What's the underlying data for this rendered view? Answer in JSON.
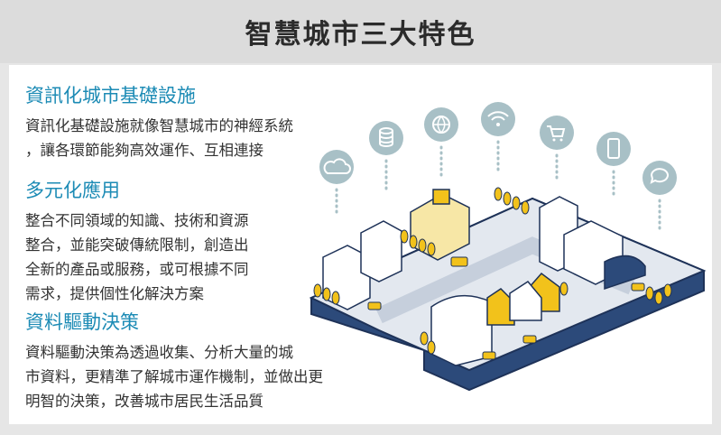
{
  "title": "智慧城市三大特色",
  "sections": [
    {
      "heading": "資訊化城市基礎設施",
      "lines": [
        "資訊化基礎設施就像智慧城市的神經系統",
        "，讓各環節能夠高效運作、互相連接"
      ]
    },
    {
      "heading": "多元化應用",
      "lines": [
        "整合不同領域的知識、技術和資源",
        "整合，並能突破傳統限制，創造出",
        "全新的產品或服務，或可根據不同",
        "需求，提供個性化解決方案"
      ]
    },
    {
      "heading": "資料驅動決策",
      "lines": [
        "資料驅動決策為透過收集、分析大量的城",
        "市資料，更精準了解城市運作機制，並做出更",
        "明智的決策，改善城市居民生活品質"
      ]
    }
  ],
  "icons": [
    "cloud-icon",
    "database-icon",
    "globe-icon",
    "wifi-icon",
    "shopping-cart-icon",
    "smartphone-icon",
    "chat-bubble-icon"
  ],
  "colors": {
    "heading": "#1c8bb5",
    "icon_circle": "#a8c0c6",
    "platform": "#2c4a7a",
    "tree": "#f2c21b"
  }
}
